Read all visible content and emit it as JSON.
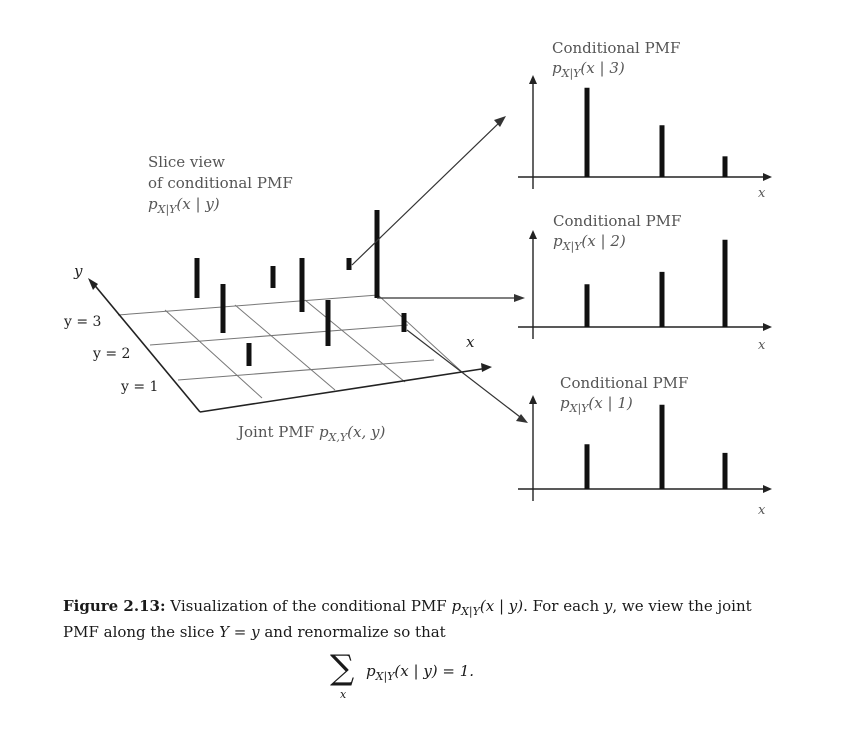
{
  "joint": {
    "axis_y": "y",
    "axis_x": "x",
    "row_labels": [
      "y = 3",
      "y = 2",
      "y = 1"
    ],
    "title_main": "Joint PMF ",
    "title_math": "p",
    "title_sub": "X,Y",
    "title_args": "(x, y)"
  },
  "slice_view": {
    "line1": "Slice view",
    "line2": "of conditional PMF",
    "math": "p",
    "sub": "X|Y",
    "args": "(x | y)"
  },
  "panels": [
    {
      "title": "Conditional PMF",
      "math": "p",
      "sub": "X|Y",
      "args": "(x | 3)",
      "xlabel": "x",
      "heights": [
        0.95,
        0.55,
        0.22
      ]
    },
    {
      "title": "Conditional PMF",
      "math": "p",
      "sub": "X|Y",
      "args": "(x | 2)",
      "xlabel": "x",
      "heights": [
        0.48,
        0.62,
        0.98
      ]
    },
    {
      "title": "Conditional PMF",
      "math": "p",
      "sub": "X|Y",
      "args": "(x | 1)",
      "xlabel": "x",
      "heights": [
        0.52,
        0.98,
        0.42
      ]
    }
  ],
  "caption": {
    "label": "Figure 2.13:",
    "text1": " Visualization of the conditional PMF ",
    "math1": "p",
    "sub1": "X|Y",
    "args1": "(x | y)",
    "text2": ". For each ",
    "y_sym": "y",
    "text3": ", we view the joint PMF along the slice ",
    "slice_eq": "Y = y",
    "text4": " and renormalize so that"
  },
  "equation": {
    "sum": "∑",
    "below": "x",
    "math": "p",
    "sub": "X|Y",
    "args": "(x | y) = 1."
  },
  "colors": {
    "bar": "#111111",
    "line": "#333333",
    "grid": "#777777"
  }
}
